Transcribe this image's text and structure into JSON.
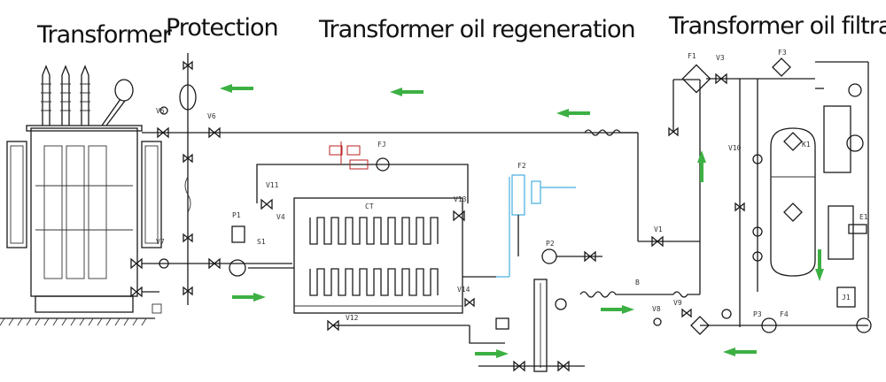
{
  "titles": {
    "transformer": "Transformer",
    "protection": "Protection",
    "regeneration": "Transformer oil regeneration",
    "filtration": "Transformer oil filtration"
  },
  "labels": {
    "ct": "CT",
    "fj": "FJ",
    "v1": "V1",
    "v3": "V3",
    "v4": "V4",
    "v5": "V5",
    "v6": "V6",
    "v7": "V7",
    "v8": "V8",
    "v9": "V9",
    "v10": "V10",
    "v11": "V11",
    "v12": "V12",
    "v13": "V13",
    "v14": "V14",
    "p1": "P1",
    "p2": "P2",
    "p3": "P3",
    "f1": "F1",
    "f2": "F2",
    "f3": "F3",
    "f4": "F4",
    "b": "B",
    "e1": "E1",
    "s1": "S1",
    "k1": "K1",
    "j1": "J1"
  },
  "colors": {
    "line": "#1a1a1a",
    "flow_arrow": "#3cb043",
    "cyan_pipe": "#44aee0",
    "red_heater": "#b22222"
  }
}
